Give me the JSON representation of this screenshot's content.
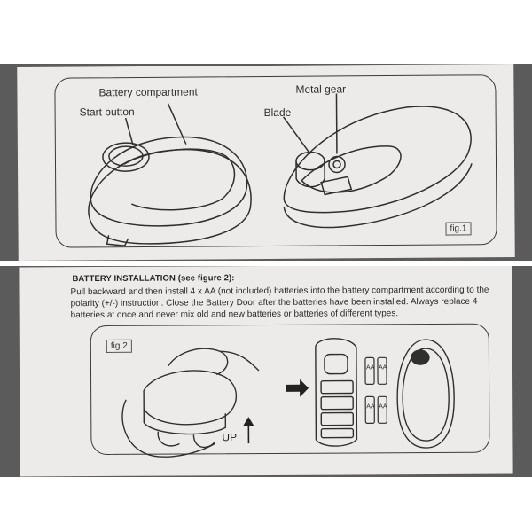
{
  "fig1": {
    "label": "fig.1",
    "callouts": {
      "battery_compartment": "Battery compartment",
      "start_button": "Start button",
      "metal_gear": "Metal gear",
      "blade": "Blade"
    }
  },
  "installation": {
    "heading": "BATTERY INSTALLATION (see figure 2):",
    "lines": [
      "Pull backward and then install 4 x AA (not included) batteries into the battery compartment according to the",
      "polarity (+/-) instruction. Close the Battery Door after the batteries have been installed. Always replace 4",
      "batteries at once and never mix old and new batteries or batteries of different types."
    ]
  },
  "fig2": {
    "label": "fig.2",
    "up_label": "UP",
    "battery_labels": [
      "AA",
      "AA",
      "AA",
      "AA"
    ]
  }
}
